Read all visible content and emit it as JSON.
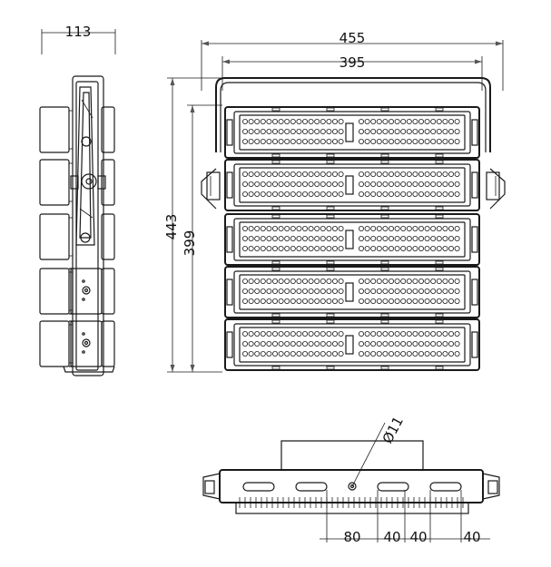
{
  "dimensions": {
    "side_width": "113",
    "front_overall_width": "455",
    "front_inner_width": "395",
    "front_overall_height": "443",
    "front_inner_height": "399",
    "hole_diameter": "Ø11",
    "bottom_spacing": [
      "80",
      "40",
      "40",
      "40"
    ]
  },
  "views": {
    "front_modules": 5,
    "led_cols_per_half": 17,
    "led_rows": 3
  }
}
